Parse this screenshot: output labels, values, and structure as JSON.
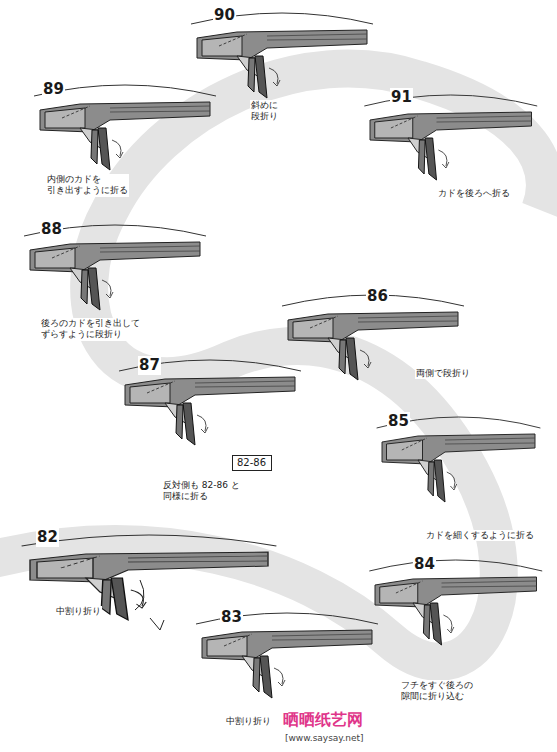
{
  "diagram": {
    "nodes": [
      {
        "text": [
          "82-86"
        ]
      }
    ],
    "labels": [
      "90",
      "斜めに 段折り",
      "89",
      "内側のカドを 引き出すように折る",
      "91",
      "カドを後ろへ折る",
      "88",
      "後ろのカドを引き出して ずらすように段折り",
      "86",
      "両側で段折り",
      "87",
      "反対側も 82-86 と 同様に折る",
      "85",
      "カドを細くするように折る",
      "82",
      "中割り折り",
      "84",
      "フチをすぐ後ろの 隙間に折り込む",
      "83",
      "中割り折り",
      "晒晒纸艺网",
      "[www.saysay.net]"
    ]
  }
}
